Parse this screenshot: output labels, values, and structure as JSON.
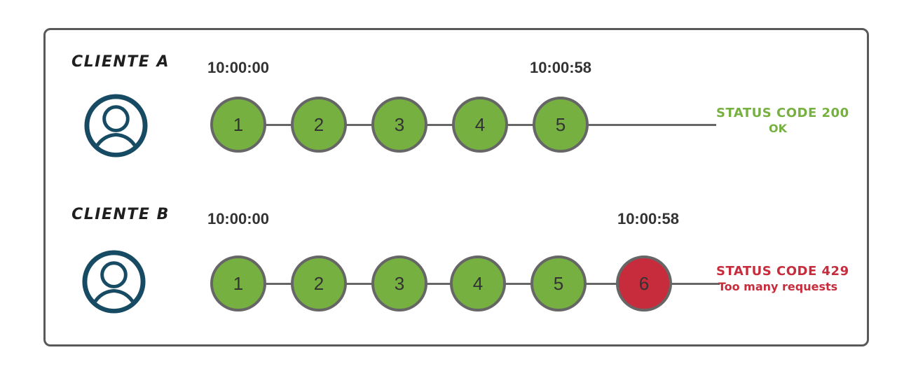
{
  "colors": {
    "request_ok": "#76b041",
    "request_blocked": "#c62c3c",
    "circle_border": "#666666",
    "timeline": "#666666",
    "frame_border": "#595959",
    "person_icon": "#174a63",
    "label_text": "#1f1f1f",
    "timestamp_text": "#333333",
    "status_ok_text": "#76b041",
    "status_error_text": "#c62c3c"
  },
  "rows": [
    {
      "client": "CLIENTE A",
      "icon": "person-in-circle-icon",
      "start_time": "10:00:00",
      "end_time": "10:00:58",
      "requests": [
        {
          "label": "1",
          "state": "ok"
        },
        {
          "label": "2",
          "state": "ok"
        },
        {
          "label": "3",
          "state": "ok"
        },
        {
          "label": "4",
          "state": "ok"
        },
        {
          "label": "5",
          "state": "ok"
        }
      ],
      "status": {
        "line1": "STATUS CODE 200",
        "line2": "OK"
      }
    },
    {
      "client": "CLIENTE B",
      "icon": "person-in-circle-icon",
      "start_time": "10:00:00",
      "end_time": "10:00:58",
      "requests": [
        {
          "label": "1",
          "state": "ok"
        },
        {
          "label": "2",
          "state": "ok"
        },
        {
          "label": "3",
          "state": "ok"
        },
        {
          "label": "4",
          "state": "ok"
        },
        {
          "label": "5",
          "state": "ok"
        },
        {
          "label": "6",
          "state": "blocked"
        }
      ],
      "status": {
        "line1": "STATUS CODE 429",
        "line2": "Too many requests"
      }
    }
  ]
}
